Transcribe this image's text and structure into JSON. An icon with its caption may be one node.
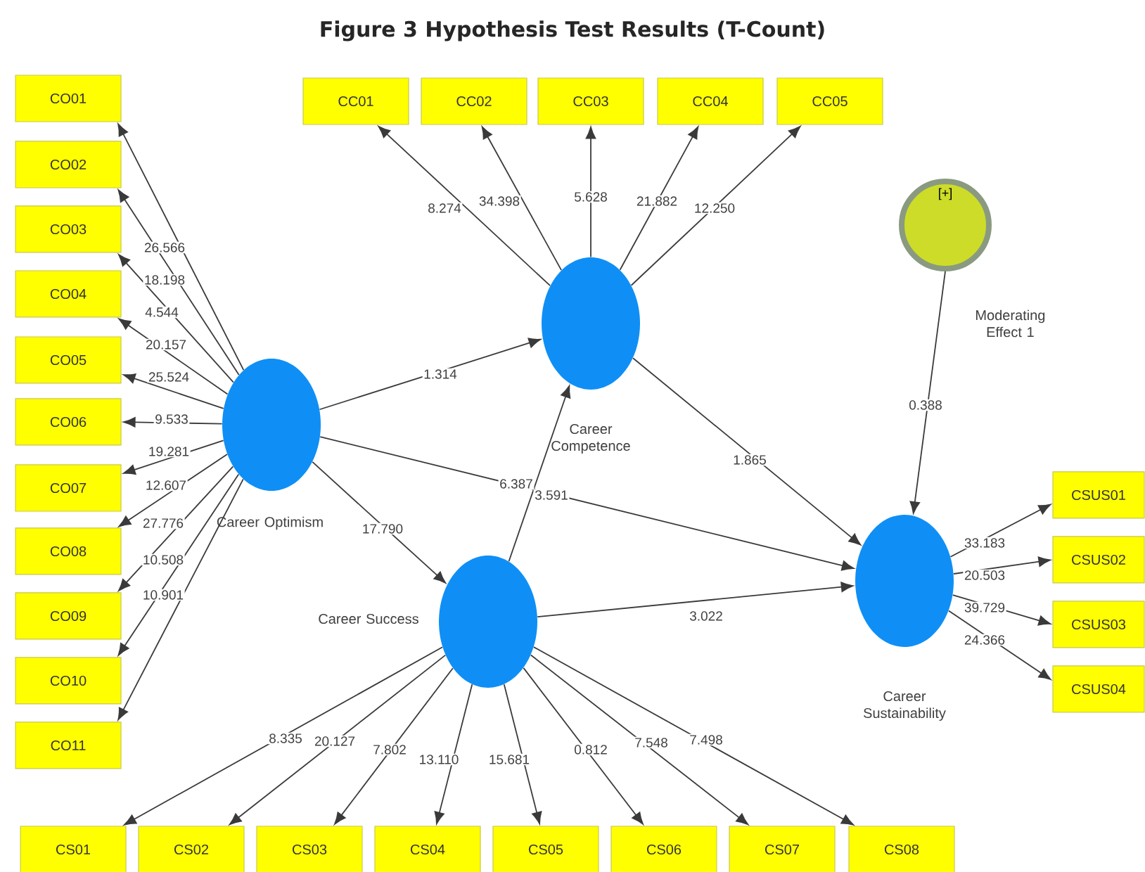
{
  "diagram": {
    "title": "Figure 3 Hypothesis Test Results (T-Count)",
    "nodes": [
      {
        "text": [
          "Career Optimism"
        ]
      },
      {
        "text": [
          "Career Competence"
        ]
      },
      {
        "text": [
          "Career Success"
        ]
      },
      {
        "text": [
          "Career Sustainability"
        ]
      },
      {
        "text": [
          "[+]",
          "Moderating Effect 1"
        ]
      },
      {
        "text": [
          "CO01"
        ]
      },
      {
        "text": [
          "CO02"
        ]
      },
      {
        "text": [
          "CO03"
        ]
      },
      {
        "text": [
          "CO04"
        ]
      },
      {
        "text": [
          "CO05"
        ]
      },
      {
        "text": [
          "CO06"
        ]
      },
      {
        "text": [
          "CO07"
        ]
      },
      {
        "text": [
          "CO08"
        ]
      },
      {
        "text": [
          "CO09"
        ]
      },
      {
        "text": [
          "CO10"
        ]
      },
      {
        "text": [
          "CO11"
        ]
      },
      {
        "text": [
          "CC01"
        ]
      },
      {
        "text": [
          "CC02"
        ]
      },
      {
        "text": [
          "CC03"
        ]
      },
      {
        "text": [
          "CC04"
        ]
      },
      {
        "text": [
          "CC05"
        ]
      },
      {
        "text": [
          "CS01"
        ]
      },
      {
        "text": [
          "CS02"
        ]
      },
      {
        "text": [
          "CS03"
        ]
      },
      {
        "text": [
          "CS04"
        ]
      },
      {
        "text": [
          "CS05"
        ]
      },
      {
        "text": [
          "CS06"
        ]
      },
      {
        "text": [
          "CS07"
        ]
      },
      {
        "text": [
          "CS08"
        ]
      },
      {
        "text": [
          "CSUS01"
        ]
      },
      {
        "text": [
          "CSUS02"
        ]
      },
      {
        "text": [
          "CSUS03"
        ]
      },
      {
        "text": [
          "CSUS04"
        ]
      }
    ],
    "edges": [
      {
        "from": 0,
        "to": 5,
        "arrow": "to",
        "label": "26.566"
      },
      {
        "from": 0,
        "to": 6,
        "arrow": "to",
        "label": "18.198"
      },
      {
        "from": 0,
        "to": 7,
        "arrow": "to",
        "label": "4.544"
      },
      {
        "from": 0,
        "to": 8,
        "arrow": "to",
        "label": "20.157"
      },
      {
        "from": 0,
        "to": 9,
        "arrow": "to",
        "label": "25.524"
      },
      {
        "from": 0,
        "to": 10,
        "arrow": "to",
        "label": "9.533"
      },
      {
        "from": 0,
        "to": 11,
        "arrow": "to",
        "label": "19.281"
      },
      {
        "from": 0,
        "to": 12,
        "arrow": "to",
        "label": "12.607"
      },
      {
        "from": 0,
        "to": 13,
        "arrow": "to",
        "label": "27.776"
      },
      {
        "from": 0,
        "to": 14,
        "arrow": "to",
        "label": "10.508"
      },
      {
        "from": 0,
        "to": 15,
        "arrow": "to",
        "label": "10.901"
      },
      {
        "from": 1,
        "to": 16,
        "arrow": "to",
        "label": "8.274"
      },
      {
        "from": 1,
        "to": 17,
        "arrow": "to",
        "label": "34.398"
      },
      {
        "from": 1,
        "to": 18,
        "arrow": "to",
        "label": "5.628"
      },
      {
        "from": 1,
        "to": 19,
        "arrow": "to",
        "label": "21.882"
      },
      {
        "from": 1,
        "to": 20,
        "arrow": "to",
        "label": "12.250"
      },
      {
        "from": 2,
        "to": 21,
        "arrow": "to",
        "label": "8.335"
      },
      {
        "from": 2,
        "to": 22,
        "arrow": "to",
        "label": "20.127"
      },
      {
        "from": 2,
        "to": 23,
        "arrow": "to",
        "label": "7.802"
      },
      {
        "from": 2,
        "to": 24,
        "arrow": "to",
        "label": "13.110"
      },
      {
        "from": 2,
        "to": 25,
        "arrow": "to",
        "label": "15.681"
      },
      {
        "from": 2,
        "to": 26,
        "arrow": "to",
        "label": "0.812"
      },
      {
        "from": 2,
        "to": 27,
        "arrow": "to",
        "label": "7.548"
      },
      {
        "from": 2,
        "to": 28,
        "arrow": "to",
        "label": "7.498"
      },
      {
        "from": 3,
        "to": 29,
        "arrow": "to",
        "label": "33.183"
      },
      {
        "from": 3,
        "to": 30,
        "arrow": "to",
        "label": "20.503"
      },
      {
        "from": 3,
        "to": 31,
        "arrow": "to",
        "label": "39.729"
      },
      {
        "from": 3,
        "to": 32,
        "arrow": "to",
        "label": "24.366"
      },
      {
        "from": 0,
        "to": 1,
        "arrow": "to",
        "label": "1.314"
      },
      {
        "from": 0,
        "to": 2,
        "arrow": "to",
        "label": "17.790"
      },
      {
        "from": 0,
        "to": 3,
        "arrow": "to",
        "label": "3.591"
      },
      {
        "from": 2,
        "to": 1,
        "arrow": "to",
        "label": "6.387"
      },
      {
        "from": 1,
        "to": 3,
        "arrow": "to",
        "label": "1.865"
      },
      {
        "from": 2,
        "to": 3,
        "arrow": "to",
        "label": "3.022"
      },
      {
        "from": 4,
        "to": 3,
        "arrow": "to",
        "label": "0.388"
      }
    ]
  }
}
